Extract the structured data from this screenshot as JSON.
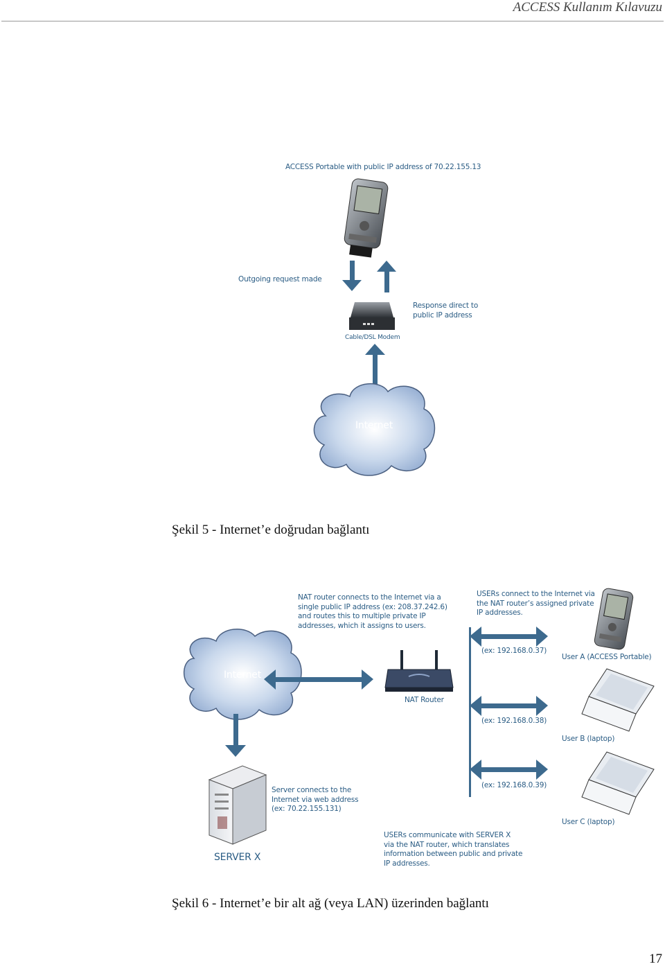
{
  "header": {
    "title": "ACCESS Kullanım Kılavuzu"
  },
  "figure5": {
    "device_label": "ACCESS Portable with public IP address of 70.22.155.13",
    "outgoing_label": "Outgoing request made",
    "response_label_line1": "Response direct to",
    "response_label_line2": "public IP address",
    "modem_label": "Cable/DSL Modem",
    "internet_label": "Internet",
    "caption": "Şekil 5 - Internet’e doğrudan bağlantı"
  },
  "figure6": {
    "nat_desc": [
      "NAT router connects to the Internet via a",
      "single public IP address (ex: 208.37.242.6)",
      "and routes this to multiple private IP",
      "addresses, which it assigns to users."
    ],
    "users_desc": [
      "USERs connect to the Internet via",
      "the NAT router’s assigned private",
      "IP addresses."
    ],
    "internet_label": "Internet",
    "router_label": "NAT Router",
    "ip_a": "(ex: 192.168.0.37)",
    "ip_b": "(ex: 192.168.0.38)",
    "ip_c": "(ex: 192.168.0.39)",
    "user_a": "User A (ACCESS Portable)",
    "user_b": "User B (laptop)",
    "user_c": "User C (laptop)",
    "server_desc": [
      "Server connects to the",
      "Internet via web address",
      "(ex: 70.22.155.131)"
    ],
    "server_label": "SERVER X",
    "comm_desc": [
      "USERs communicate with SERVER X",
      "via the NAT router, which translates",
      "information between public and private",
      "IP addresses."
    ],
    "caption": "Şekil 6 - Internet’e bir alt ağ (veya LAN) üzerinden bağlantı"
  },
  "page_number": "17",
  "colors": {
    "arrow": "#3d6a8e",
    "label": "#2a5c84"
  }
}
